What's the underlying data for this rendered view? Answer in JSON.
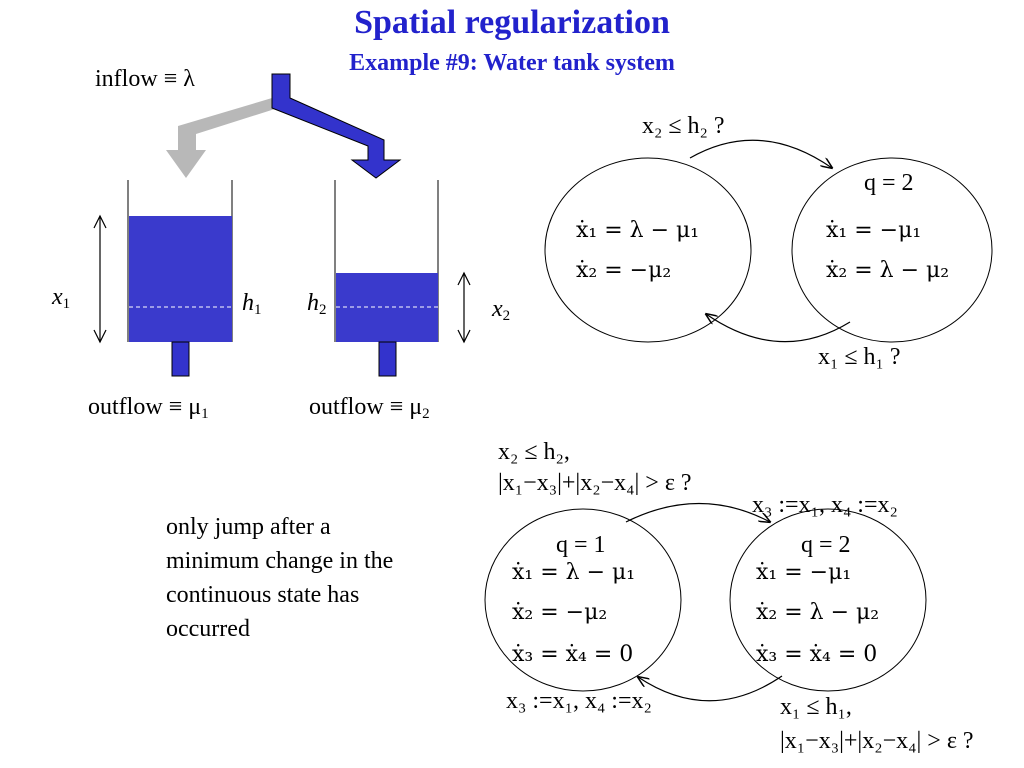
{
  "header": {
    "title": "Spatial regularization",
    "subtitle": "Example #9: Water tank system"
  },
  "tanks": {
    "inflow_label": "inflow ≡ λ",
    "outflow1_label": "outflow ≡ μ",
    "outflow1_sub": "1",
    "outflow2_label": "outflow ≡ μ",
    "outflow2_sub": "2",
    "x1": "x",
    "x1_sub": "1",
    "x2": "x",
    "x2_sub": "2",
    "h1": "h",
    "h1_sub": "1",
    "h2": "h",
    "h2_sub": "2",
    "tank1_level": 0.77,
    "tank2_level": 0.5,
    "colors": {
      "water": "#3a3acc",
      "pipe_active": "#3333cc",
      "pipe_inactive": "#b8b8b8"
    }
  },
  "top_automaton": {
    "guard_top": "x₂ ≤ h₂ ?",
    "guard_bottom": "x₁ ≤ h₁ ?",
    "mode2_label": "q = 2",
    "mode1_eq1": "ẋ₁ = λ − μ₁",
    "mode1_eq2": "ẋ₂ = −μ₂",
    "mode2_eq1": "ẋ₁ = −μ₁",
    "mode2_eq2": "ẋ₂ = λ − μ₂"
  },
  "bottom_automaton": {
    "guard_top_line1": "x₂ ≤ h₂,",
    "guard_top_line2": "|x₁−x₃|+|x₂−x₄| > ε ?",
    "reset_top": "x₃ :=x₁, x₄ :=x₂",
    "guard_bottom_line1": "x₁ ≤ h₁,",
    "guard_bottom_line2": "|x₁−x₃|+|x₂−x₄| > ε ?",
    "reset_bottom": "x₃ :=x₁, x₄ :=x₂",
    "mode1_label": "q = 1",
    "mode2_label": "q = 2",
    "mode1_eq1": "ẋ₁ = λ − μ₁",
    "mode1_eq2": "ẋ₂ = −μ₂",
    "mode1_eq3": "ẋ₃ = ẋ₄ = 0",
    "mode2_eq1": "ẋ₁ = −μ₁",
    "mode2_eq2": "ẋ₂ = λ − μ₂",
    "mode2_eq3": "ẋ₃ = ẋ₄ = 0"
  },
  "note": "only jump after a minimum change in the continuous state has occurred"
}
